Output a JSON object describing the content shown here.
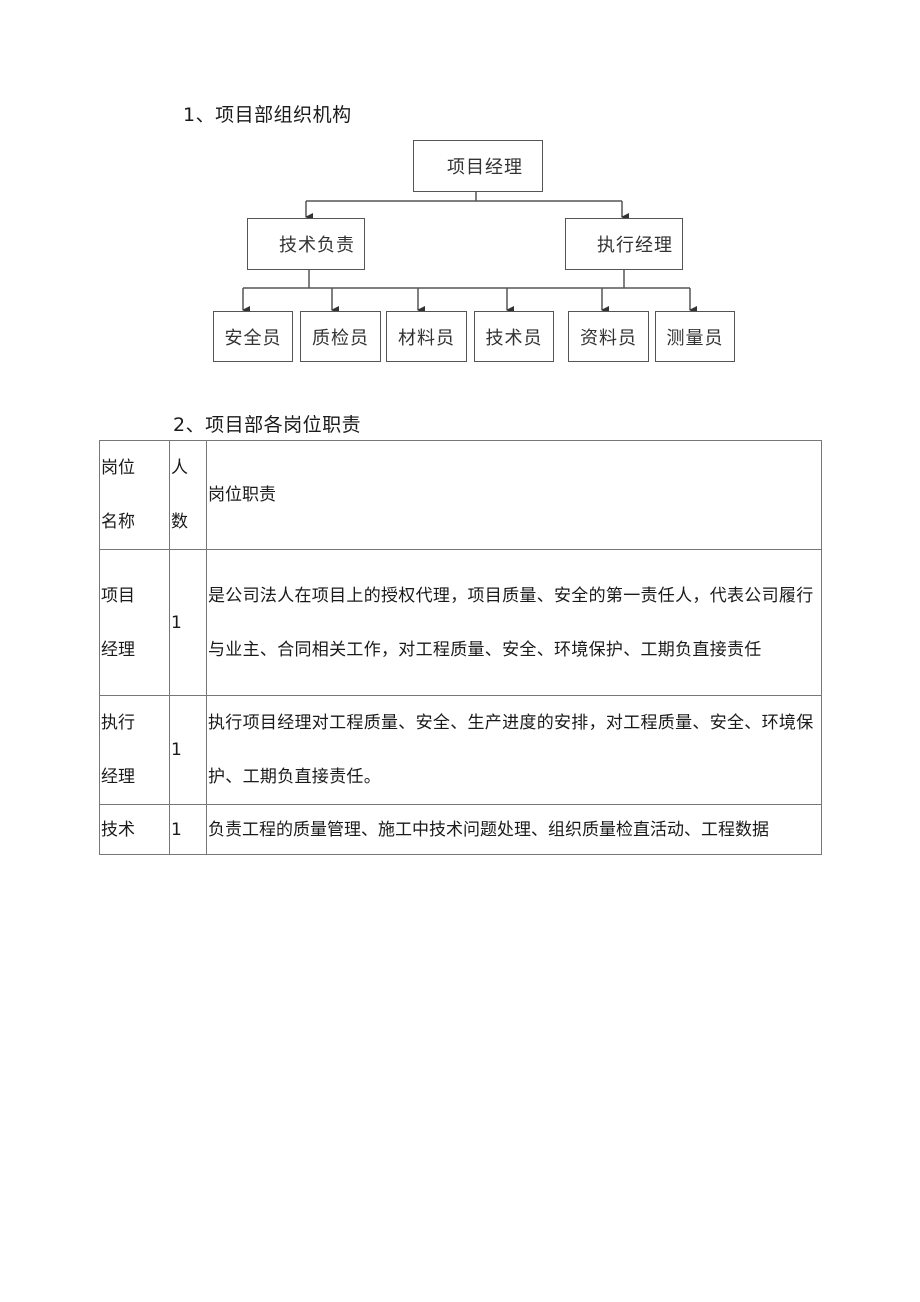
{
  "section1": {
    "heading": "1、项目部组织机构"
  },
  "org_chart": {
    "top": {
      "label": "项目经理"
    },
    "middle": [
      {
        "label": "技术负责"
      },
      {
        "label": "执行经理"
      }
    ],
    "bottom": [
      {
        "label": "安全员"
      },
      {
        "label": "质检员"
      },
      {
        "label": "材料员"
      },
      {
        "label": "技术员"
      },
      {
        "label": "资料员"
      },
      {
        "label": "测量员"
      }
    ]
  },
  "section2": {
    "heading": "2、项目部各岗位职责"
  },
  "duties_table": {
    "headers": {
      "position_line1": "岗位",
      "position_line2": "名称",
      "count_line1": "人",
      "count_line2": "数",
      "duty": "岗位职责"
    },
    "rows": [
      {
        "position_line1": "项目",
        "position_line2": "经理",
        "count": "1",
        "duty": "是公司法人在项目上的授权代理，项目质量、安全的第一责任人，代表公司履行与业主、合同相关工作，对工程质量、安全、环境保护、工期负直接责任"
      },
      {
        "position_line1": "执行",
        "position_line2": "经理",
        "count": "1",
        "duty": "执行项目经理对工程质量、安全、生产进度的安排，对工程质量、安全、环境保护、工期负直接责任。"
      },
      {
        "position_line1": "技术",
        "position_line2": "",
        "count": "1",
        "duty": "负责工程的质量管理、施工中技术问题处理、组织质量检直活动、工程数据"
      }
    ]
  }
}
